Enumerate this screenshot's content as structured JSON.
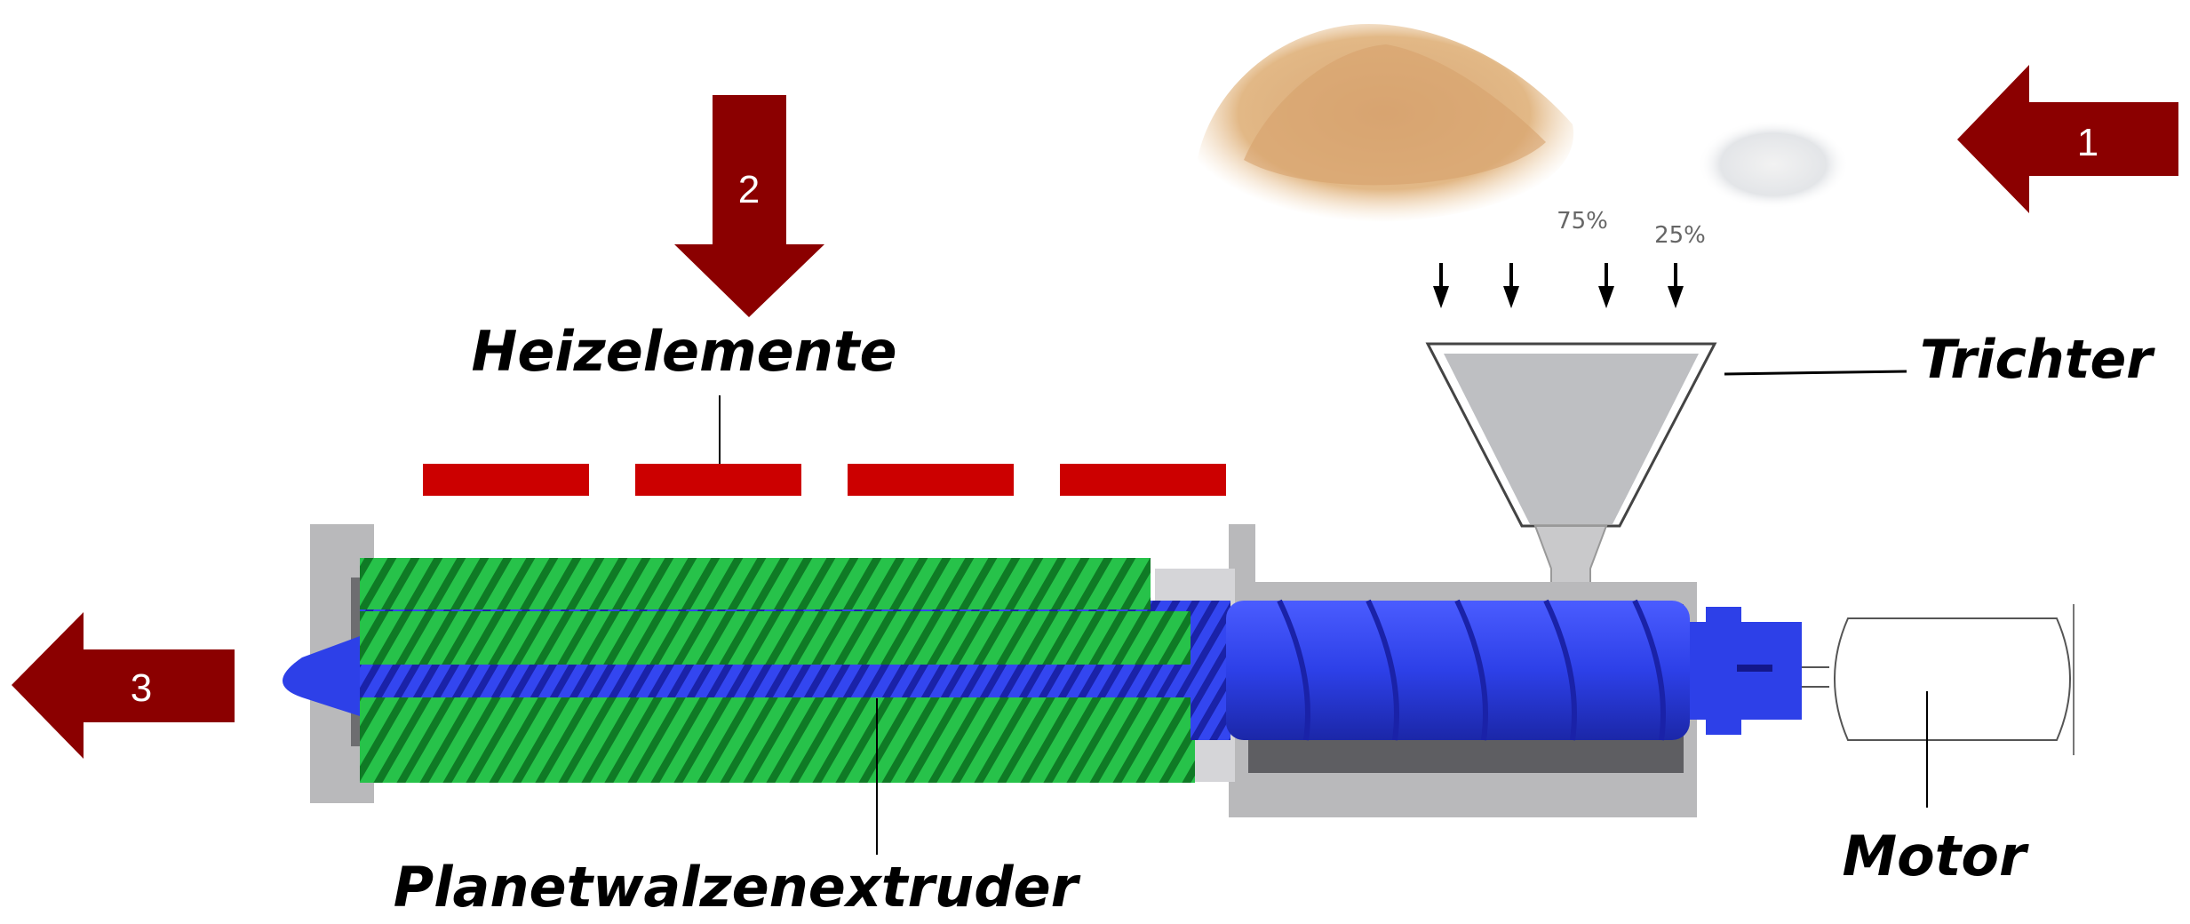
{
  "title": "Planetwalzenextruder process diagram",
  "steps": {
    "step1": "1",
    "step2": "2",
    "step3": "3"
  },
  "labels": {
    "heating": "Heizelemente",
    "hopper": "Trichter",
    "extruder": "Planetwalzenextruder",
    "motor": "Motor"
  },
  "mix": {
    "material_a_percent": "75%",
    "material_b_percent": "25%"
  },
  "colors": {
    "arrow": "#8b0000",
    "heater": "#cc0000",
    "planet_screw": "#1fa83a",
    "main_screw": "#2a3fe6",
    "barrel": "#b9b9bb"
  }
}
